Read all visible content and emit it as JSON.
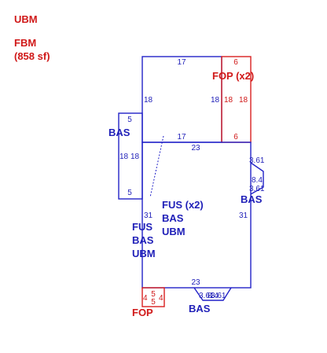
{
  "legend": {
    "ubm": "UBM",
    "fbm": "FBM",
    "fbm_area": "(858 sf)"
  },
  "areas": {
    "fop_upper": "FOP (x2)",
    "bas_left": "BAS",
    "bas_right": "BAS",
    "fus_main_1": "FUS (x2)",
    "fus_main_2": "BAS",
    "fus_main_3": "UBM",
    "fus_side_1": "FUS",
    "fus_side_2": "BAS",
    "fus_side_3": "UBM",
    "fop_bottom": "FOP",
    "bas_bottom": "BAS"
  },
  "dimensions": {
    "upper_top": "17",
    "upper_left": "18",
    "upper_right": "18",
    "upper_bottom": "17",
    "fop_top": "6",
    "fop_left": "18",
    "fop_right": "18",
    "fop_bottom": "6",
    "bas_left_top": "5",
    "bas_left_side_a": "18",
    "bas_left_side_b": "18",
    "bas_left_bottom": "5",
    "main_top": "23",
    "main_left": "31",
    "main_right": "31",
    "main_bottom": "23",
    "bay_right_top": "3.61",
    "bay_right_mid": "8.4",
    "bay_right_bottom": "3.61",
    "fop_small_left": "4",
    "fop_small_top": "5",
    "fop_small_bottom": "5",
    "fop_small_right": "4",
    "bay_bottom_left": "3.61",
    "bay_bottom_mid": "8.4",
    "bay_bottom_right": "3.61"
  }
}
